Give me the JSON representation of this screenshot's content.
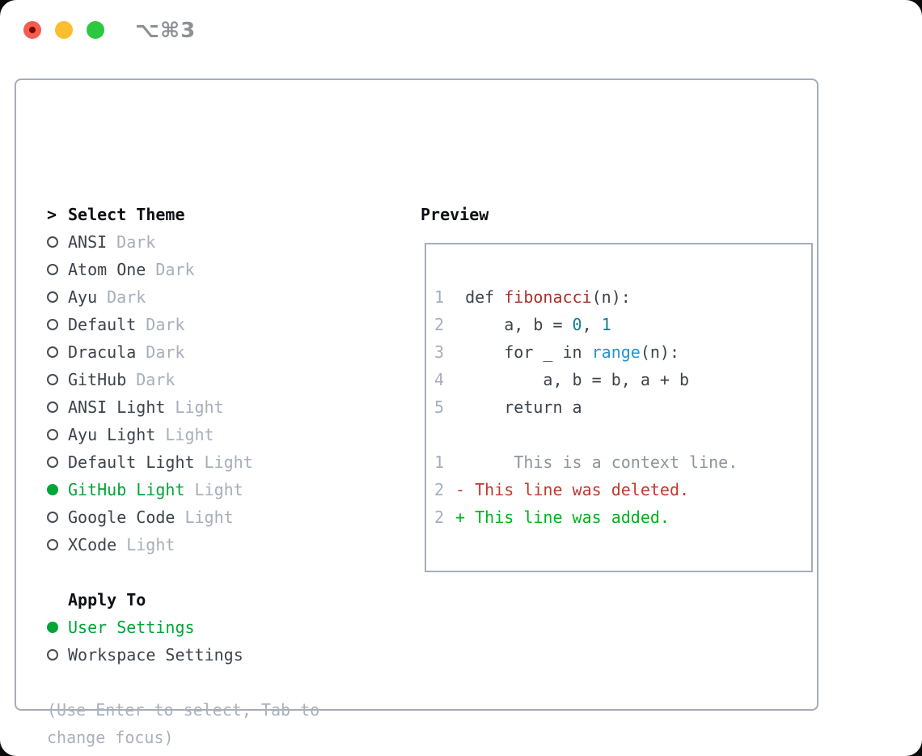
{
  "window": {
    "title": "⌥⌘3",
    "traffic_lights": {
      "close": "close-button",
      "minimize": "minimize-button",
      "zoom": "zoom-button"
    },
    "colors": {
      "close": "#f35d51",
      "minimize": "#fcbd2e",
      "zoom": "#2bc840"
    }
  },
  "colors": {
    "selected_green": "#00a538",
    "added_green": "#00b41e",
    "deleted_red": "#c0392b",
    "function_red": "#a8302c",
    "number_teal": "#11808d",
    "builtin_blue": "#2196cf",
    "text_dark": "#3c434b",
    "text_muted": "#a6aeb9",
    "border_gray": "#a5adb8"
  },
  "theme_list": {
    "header_prefix": ">",
    "header": "Select Theme",
    "items": [
      {
        "name": "ANSI",
        "variant": "Dark",
        "selected": false
      },
      {
        "name": "Atom One",
        "variant": "Dark",
        "selected": false
      },
      {
        "name": "Ayu",
        "variant": "Dark",
        "selected": false
      },
      {
        "name": "Default",
        "variant": "Dark",
        "selected": false
      },
      {
        "name": "Dracula",
        "variant": "Dark",
        "selected": false
      },
      {
        "name": "GitHub",
        "variant": "Dark",
        "selected": false
      },
      {
        "name": "ANSI Light",
        "variant": "Light",
        "selected": false
      },
      {
        "name": "Ayu Light",
        "variant": "Light",
        "selected": false
      },
      {
        "name": "Default Light",
        "variant": "Light",
        "selected": false
      },
      {
        "name": "GitHub Light",
        "variant": "Light",
        "selected": true
      },
      {
        "name": "Google Code",
        "variant": "Light",
        "selected": false
      },
      {
        "name": "XCode",
        "variant": "Light",
        "selected": false
      }
    ]
  },
  "apply_to": {
    "header": "Apply To",
    "options": [
      {
        "label": "User Settings",
        "selected": true
      },
      {
        "label": "Workspace Settings",
        "selected": false
      }
    ]
  },
  "hint": "(Use Enter to select, Tab to change focus)",
  "preview": {
    "header": "Preview",
    "code_lines": [
      {
        "num": "1",
        "segments": [
          {
            "t": "  def ",
            "c": "plain"
          },
          {
            "t": "fibonacci",
            "c": "func"
          },
          {
            "t": "(n):",
            "c": "plain"
          }
        ]
      },
      {
        "num": "2",
        "segments": [
          {
            "t": "      a, b = ",
            "c": "plain"
          },
          {
            "t": "0",
            "c": "num"
          },
          {
            "t": ", ",
            "c": "plain"
          },
          {
            "t": "1",
            "c": "num"
          }
        ]
      },
      {
        "num": "3",
        "segments": [
          {
            "t": "      for _ in ",
            "c": "plain"
          },
          {
            "t": "range",
            "c": "builtin"
          },
          {
            "t": "(n):",
            "c": "plain"
          }
        ]
      },
      {
        "num": "4",
        "segments": [
          {
            "t": "          a, b = b, a + b",
            "c": "plain"
          }
        ]
      },
      {
        "num": "5",
        "segments": [
          {
            "t": "      return a",
            "c": "plain"
          }
        ]
      }
    ],
    "diff_lines": [
      {
        "num": "1",
        "segments": [
          {
            "t": "       This is a context line.",
            "c": "context"
          }
        ]
      },
      {
        "num": "2",
        "segments": [
          {
            "t": " - This line was deleted.",
            "c": "deleted"
          }
        ]
      },
      {
        "num": "2",
        "segments": [
          {
            "t": " + This line was added.",
            "c": "added"
          }
        ]
      }
    ]
  }
}
